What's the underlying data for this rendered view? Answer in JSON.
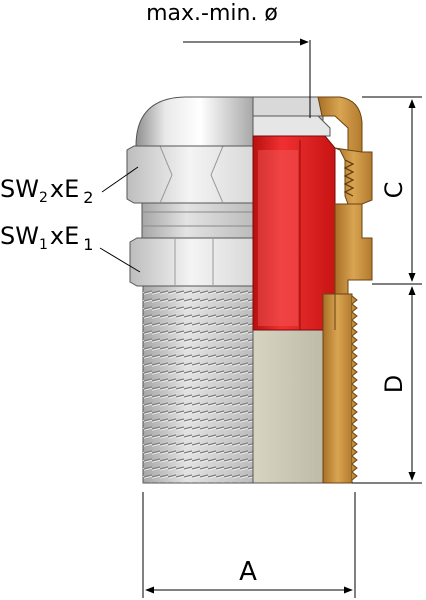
{
  "labels": {
    "diameter": "max.-min. ø",
    "sw2": "SW",
    "sw2_sub": "2",
    "sw2_x": "xE",
    "sw2_e_sub": "2",
    "sw1": "SW",
    "sw1_sub": "1",
    "sw1_x": "xE",
    "sw1_e_sub": "1",
    "dim_a": "A",
    "dim_c": "C",
    "dim_d": "D"
  },
  "colors": {
    "metal_light": "#e6e6e6",
    "metal_mid": "#c8c8c8",
    "metal_dark": "#8e8e8e",
    "brass": "#c9923f",
    "brass_dark": "#8a5a1e",
    "seal_red": "#e01a1a",
    "seal_dark": "#a80f0f",
    "cable_grey": "#c9c7b4",
    "cable_light": "#dddbc9",
    "outline": "#333333"
  }
}
